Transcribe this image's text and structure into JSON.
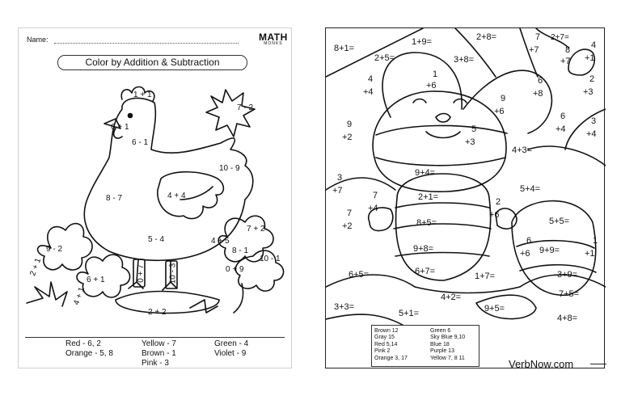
{
  "left_sheet": {
    "name_label": "Name:",
    "logo": {
      "main": "MATH",
      "sub": "MONKS"
    },
    "title": "Color by Addition & Subtraction",
    "problems": [
      "1 + 1",
      "6 + 1",
      "6 - 1",
      "7 - 2",
      "10 - 9",
      "8 - 7",
      "4 + 4",
      "5 - 4",
      "7 + 2",
      "4 + 5",
      "8 - 1",
      "10 - 1",
      "0 + 9",
      "9 - 2",
      "2 + 1",
      "6 + 1",
      "4 + 1",
      "0 + 7",
      "10 - 3",
      "2 + 2"
    ],
    "legend": [
      "Red - 6, 2",
      "Yellow - 7",
      "Green - 4",
      "Orange - 5, 8",
      "Brown - 1",
      "Violet - 9",
      "Pink - 3"
    ]
  },
  "right_sheet": {
    "problems": [
      "8+1=",
      "1+9=",
      "2+8=",
      "7",
      "+7",
      "2+7=",
      "8",
      "+7",
      "4",
      "+1",
      "2+5=",
      "3+8=",
      "1",
      "+6",
      "4",
      "+4",
      "6",
      "+8",
      "2",
      "+3",
      "9",
      "+6",
      "6",
      "+4",
      "3",
      "+4",
      "9",
      "+2",
      "5",
      "+3",
      "4+3=",
      "9+4=",
      "3",
      "+7",
      "5+4=",
      "2+1=",
      "7",
      "+4",
      "2",
      "+6",
      "7",
      "+2",
      "8+5=",
      "5+5=",
      "9+8=",
      "6",
      "+6",
      "9+9=",
      "1",
      "+1",
      "6+5=",
      "6+7=",
      "1+7=",
      "3+9=",
      "4+2=",
      "7+5=",
      "3+3=",
      "9+5=",
      "5+1=",
      "4+8="
    ],
    "key": {
      "left": [
        "Brown  12",
        "Gray  15",
        "Red  5,14",
        "Pink  2",
        "Orange  3, 17"
      ],
      "right": [
        "Green  6",
        "Sky Blue  9,10",
        "Blue  18",
        "Purple  13",
        "Yellow  7, 8 11"
      ]
    },
    "brand": "VerbNow.com"
  }
}
